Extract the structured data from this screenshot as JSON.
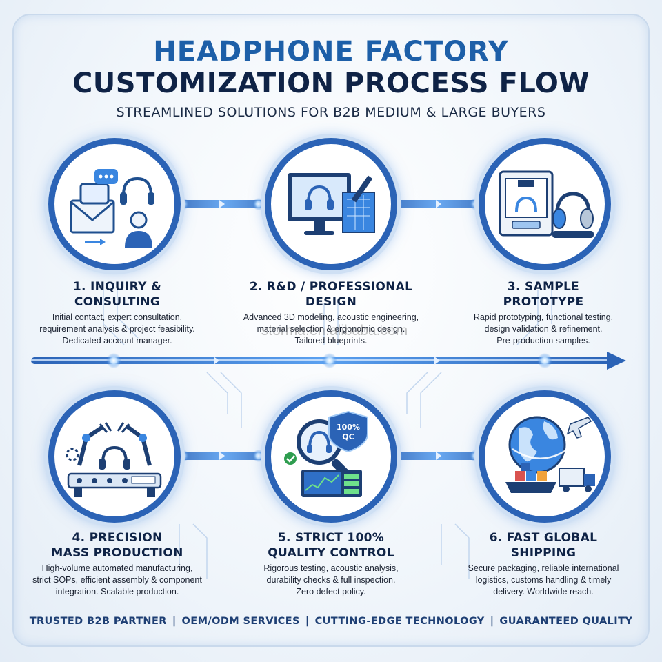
{
  "header": {
    "title_line1": "HEADPHONE FACTORY",
    "title_line2": "CUSTOMIZATION PROCESS FLOW",
    "subtitle": "STREAMLINED SOLUTIONS FOR B2B MEDIUM & LARGE BUYERS"
  },
  "steps": [
    {
      "title_line1": "1. INQUIRY &",
      "title_line2": "CONSULTING",
      "desc": [
        "Initial contact, expert consultation,",
        "requirement analysis & project feasibility.",
        "Dedicated account manager."
      ],
      "icon": "inquiry-consulting-icon"
    },
    {
      "title_line1": "2. R&D / PROFESSIONAL",
      "title_line2": "DESIGN",
      "desc": [
        "Advanced 3D modeling, acoustic engineering,",
        "material selection & ergonomic design.",
        "Tailored blueprints."
      ],
      "icon": "design-monitor-icon"
    },
    {
      "title_line1": "3. SAMPLE",
      "title_line2": "PROTOTYPE",
      "desc": [
        "Rapid prototyping, functional testing,",
        "design validation & refinement.",
        "Pre-production samples."
      ],
      "icon": "3d-printer-icon"
    },
    {
      "title_line1": "4. PRECISION",
      "title_line2": "MASS PRODUCTION",
      "desc": [
        "High-volume automated manufacturing,",
        "strict SOPs, efficient assembly & component",
        "integration. Scalable production."
      ],
      "icon": "robot-arms-icon"
    },
    {
      "title_line1": "5. STRICT 100%",
      "title_line2": "QUALITY CONTROL",
      "desc": [
        "Rigorous testing, acoustic analysis,",
        "durability checks & full inspection.",
        "Zero defect policy."
      ],
      "icon": "quality-check-icon",
      "badge": "100% QC"
    },
    {
      "title_line1": "6. FAST GLOBAL",
      "title_line2": "SHIPPING",
      "desc": [
        "Secure packaging, reliable international",
        "logistics, customs handling & timely",
        "delivery. Worldwide reach."
      ],
      "icon": "global-shipping-icon"
    }
  ],
  "watermark": "storma.en.alibaba.com",
  "footer": {
    "items": [
      "TRUSTED B2B PARTNER",
      "OEM/ODM SERVICES",
      "CUTTING-EDGE TECHNOLOGY",
      "GUARANTEED QUALITY"
    ],
    "separator": "|"
  },
  "colors": {
    "accent_blue": "#1d5fa8",
    "navy": "#0f2346",
    "ring_blue": "#2b63b6",
    "glow": "#7fb4ff"
  }
}
